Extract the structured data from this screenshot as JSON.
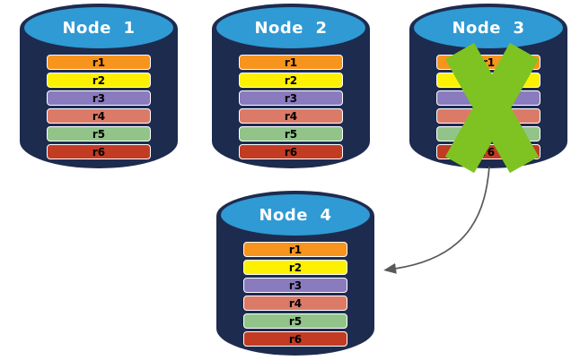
{
  "diagram": {
    "nodes": [
      {
        "id": "node-1",
        "label": "Node  1",
        "failed": false,
        "rows": [
          {
            "label": "r1",
            "color": "#f7941d"
          },
          {
            "label": "r2",
            "color": "#fdf000"
          },
          {
            "label": "r3",
            "color": "#8a7bbe"
          },
          {
            "label": "r4",
            "color": "#dc7a68"
          },
          {
            "label": "r5",
            "color": "#92c48a"
          },
          {
            "label": "r6",
            "color": "#c23b23"
          }
        ]
      },
      {
        "id": "node-2",
        "label": "Node  2",
        "failed": false,
        "rows": [
          {
            "label": "r1",
            "color": "#f7941d"
          },
          {
            "label": "r2",
            "color": "#fdf000"
          },
          {
            "label": "r3",
            "color": "#8a7bbe"
          },
          {
            "label": "r4",
            "color": "#dc7a68"
          },
          {
            "label": "r5",
            "color": "#92c48a"
          },
          {
            "label": "r6",
            "color": "#c23b23"
          }
        ]
      },
      {
        "id": "node-3",
        "label": "Node  3",
        "failed": true,
        "rows": [
          {
            "label": "r1",
            "color": "#f7941d"
          },
          {
            "label": "r2",
            "color": "#fdf000"
          },
          {
            "label": "r3",
            "color": "#8a7bbe"
          },
          {
            "label": "r4",
            "color": "#dc7a68"
          },
          {
            "label": "r5",
            "color": "#92c48a"
          },
          {
            "label": "r6",
            "color": "#c23b23"
          }
        ]
      },
      {
        "id": "node-4",
        "label": "Node  4",
        "failed": false,
        "rows": [
          {
            "label": "r1",
            "color": "#f7941d"
          },
          {
            "label": "r2",
            "color": "#fdf000"
          },
          {
            "label": "r3",
            "color": "#8a7bbe"
          },
          {
            "label": "r4",
            "color": "#dc7a68"
          },
          {
            "label": "r5",
            "color": "#92c48a"
          },
          {
            "label": "r6",
            "color": "#c23b23"
          }
        ]
      }
    ],
    "cylinder": {
      "body_color": "#1d2b4f",
      "top_color": "#2f9ad3",
      "title_color": "#ffffff",
      "row_text_color": "#000000",
      "row_border_color": "#ffffff"
    },
    "x_mark": {
      "color": "#7ec322",
      "crossed_out_node": "Node  3"
    },
    "arrow": {
      "color": "#595959",
      "from": "Node  3",
      "to": "Node  4"
    }
  }
}
